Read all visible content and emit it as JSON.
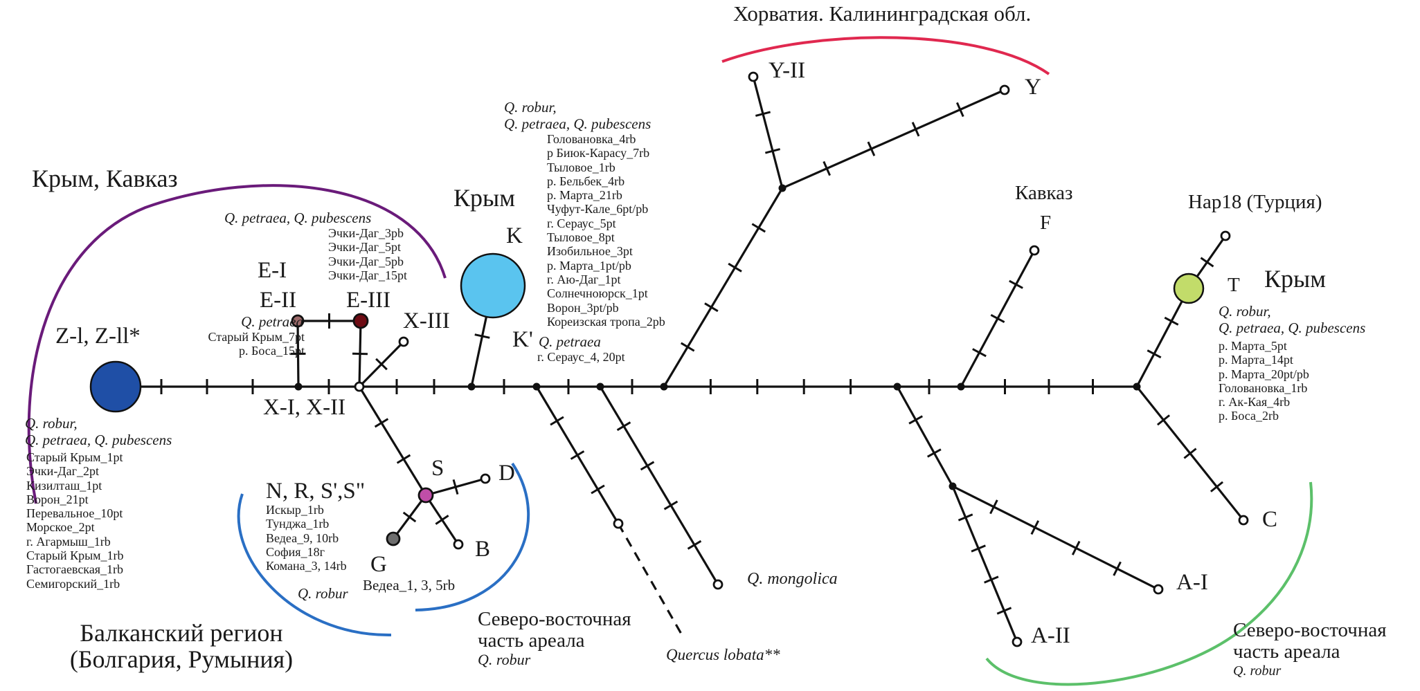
{
  "figure": {
    "type": "haplotype-network",
    "colors": {
      "line": "#111111",
      "region_crimea_caucasus": "#6a1b7a",
      "region_croatia_kaliningrad": "#e0284f",
      "region_balkans": "#2a6fc4",
      "region_northeast": "#5cc06a",
      "hap_Z": "#1f4fa6",
      "hap_K": "#5ac4ef",
      "hap_T": "#c2dc6a",
      "hap_S": "#c04ea8",
      "hap_G": "#6e6e6e",
      "hap_E_I_II": "#9c6a6a",
      "hap_E_III": "#6e0c14"
    }
  },
  "regions": {
    "crimea_caucasus": "Крым, Кавказ",
    "croatia_kaliningrad": "Хорватия. Калининградская обл.",
    "caucasus": "Кавказ",
    "crimea_K": "Крым",
    "crimea_T": "Крым",
    "turkey": "Hap18 (Турция)",
    "balkans_line1": "Балканский регион",
    "balkans_line2": "(Болгария, Румыния)",
    "northeast_center": {
      "line1": "Северо-восточная",
      "line2": "часть ареала",
      "species": "Q. robur"
    },
    "northeast_right": {
      "line1": "Северо-восточная",
      "line2": "часть ареала",
      "species": "Q. robur"
    }
  },
  "haplotypes": {
    "Z": "Z-l, Z-ll*",
    "E_I": "E-I",
    "E_II": "E-II",
    "E_III": "E-III",
    "X_I_II": "X-I, X-II",
    "X_III": "X-III",
    "K": "K",
    "K_prime": "K'",
    "S": "S",
    "NRS": "N, R, S',S\"",
    "D": "D",
    "B": "B",
    "G": "G",
    "Y_II": "Y-II",
    "Y": "Y",
    "F": "F",
    "T": "T",
    "C": "C",
    "A_I": "A-I",
    "A_II": "A-II",
    "mongolica": "Q. mongolica",
    "lobata": "Quercus lobata**"
  },
  "annotations": {
    "Z": {
      "species": [
        "Q. robur,",
        "Q. petraea, Q. pubescens"
      ],
      "locations": [
        "Старый Крым_1pt",
        "Эчки-Даг_2pt",
        "Кизилташ_1pt",
        "Ворон_21pt",
        "Перевальное_10pt",
        "Морское_2pt",
        "г. Агармыш_1rb",
        "Старый Крым_1rb",
        "Гастогаевская_1rb",
        "Семигорский_1rb"
      ]
    },
    "E_III": {
      "species": [
        "Q. petraea, Q. pubescens"
      ],
      "locations": [
        "Эчки-Даг_3pb",
        "Эчки-Даг_5pt",
        "Эчки-Даг_5pb",
        "Эчки-Даг_15pt"
      ]
    },
    "E_I_II": {
      "species": [
        "Q. petraea"
      ],
      "locations": [
        "Старый Крым_7pt",
        "р. Боса_15pt"
      ]
    },
    "K": {
      "species": [
        "Q. robur,",
        "Q. petraea, Q. pubescens"
      ],
      "locations": [
        "Головановка_4rb",
        "р Биюк-Карасу_7rb",
        "Тыловое_1rb",
        "р. Бельбек_4rb",
        "р. Марта_21rb",
        "Чуфут-Кале_6pt/pb",
        "г. Сераус_5pt",
        "Тыловое_8pt",
        "Изобильное_3pt",
        "р. Марта_1pt/pb",
        "г. Аю-Даг_1pt",
        "Солнечноюрск_1pt",
        "Ворон_3pt/pb",
        "Кореизская тропа_2pb"
      ]
    },
    "K_prime": {
      "species": [
        "Q. petraea"
      ],
      "locations": [
        "г. Сераус_4, 20pt"
      ]
    },
    "NRS": {
      "locations": [
        "Искыр_1rb",
        "Тунджа_1rb",
        "Ведеа_9, 10rb",
        "София_18г",
        "Комана_3, 14rb"
      ]
    },
    "G": {
      "species": [
        "Q. robur"
      ],
      "locations": [
        "Ведеа_1, 3, 5rb"
      ]
    },
    "T": {
      "species": [
        "Q. robur,",
        "Q. petraea, Q. pubescens"
      ],
      "locations": [
        "р. Марта_5pt",
        "р. Марта_14pt",
        "р. Марта_20pt/pb",
        "Головановка_1rb",
        "г. Ак-Кая_4rb",
        "р. Боса_2rb"
      ]
    }
  }
}
